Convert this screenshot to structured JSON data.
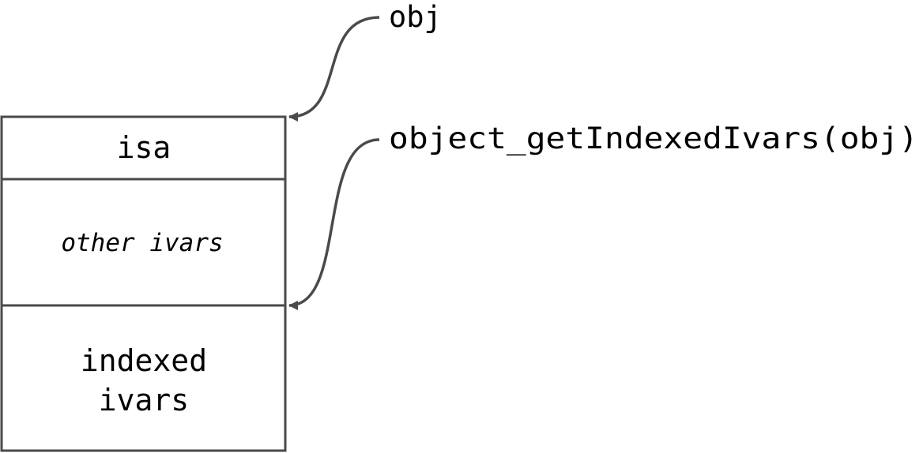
{
  "colors": {
    "stroke": "#4a4a4a",
    "text": "#000000",
    "background": "#ffffff"
  },
  "memory_block": {
    "isa_label": "isa",
    "other_ivars_label": "other ivars",
    "indexed_ivars_line1": "indexed",
    "indexed_ivars_line2": "ivars"
  },
  "pointers": {
    "obj_label": "obj",
    "indexed_ivars_pointer_label": "object_getIndexedIvars(obj)"
  }
}
